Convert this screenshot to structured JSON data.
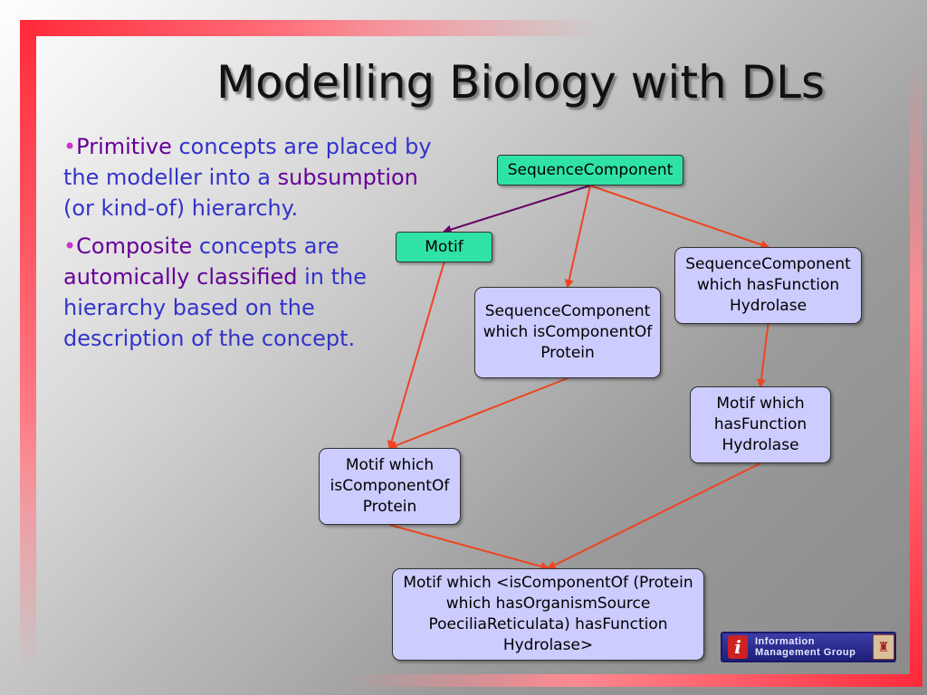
{
  "title": "Modelling Biology with DLs",
  "bullets": [
    {
      "parts": [
        {
          "text": "•",
          "style": "dot"
        },
        {
          "text": "Primitive",
          "style": "hl"
        },
        {
          "text": " concepts are placed by the modeller into a ",
          "style": "normal"
        },
        {
          "text": "subsumption",
          "style": "hl"
        },
        {
          "text": " (or kind-of) hierarchy.",
          "style": "normal"
        }
      ]
    },
    {
      "parts": [
        {
          "text": "•",
          "style": "dot"
        },
        {
          "text": "Composite",
          "style": "hl"
        },
        {
          "text": " concepts are ",
          "style": "normal"
        },
        {
          "text": "automically classified",
          "style": "hl"
        },
        {
          "text": " in the hierarchy based on the description of the concept.",
          "style": "normal"
        }
      ]
    }
  ],
  "nodes": {
    "seqcomp": "SequenceComponent",
    "motif": "Motif",
    "seqcomp_protein": "SequenceComponent which isComponentOf Protein",
    "seqcomp_hydrolase": "SequenceComponent which hasFunction Hydrolase",
    "motif_hydrolase": "Motif which hasFunction Hydrolase",
    "motif_protein": "Motif which isComponentOf Protein",
    "motif_combined": "Motif which <isComponentOf (Protein which hasOrganismSource PoeciliaReticulata) hasFunction Hydrolase>"
  },
  "edges": [
    {
      "from": "seqcomp",
      "to": "motif",
      "color": "#660066"
    },
    {
      "from": "seqcomp",
      "to": "seqcomp_protein",
      "color": "#ee4422"
    },
    {
      "from": "seqcomp",
      "to": "seqcomp_hydrolase",
      "color": "#ee4422"
    },
    {
      "from": "motif",
      "to": "motif_protein",
      "color": "#ee4422"
    },
    {
      "from": "seqcomp_protein",
      "to": "motif_protein",
      "color": "#ee4422"
    },
    {
      "from": "seqcomp_hydrolase",
      "to": "motif_hydrolase",
      "color": "#ee4422"
    },
    {
      "from": "motif_protein",
      "to": "motif_combined",
      "color": "#ee4422"
    },
    {
      "from": "motif_hydrolase",
      "to": "motif_combined",
      "color": "#ee4422"
    }
  ],
  "logo": {
    "line1": "Information",
    "line2": "Management Group",
    "icon": "info-i-icon",
    "crest_icon": "university-crest-icon"
  },
  "colors": {
    "frame": "#ff2a3a",
    "primitive_node": "#2fe2a8",
    "composite_node": "#ccccff",
    "bullet_text": "#3333cc",
    "highlight_text": "#660099",
    "bullet_dot": "#cc33cc"
  }
}
